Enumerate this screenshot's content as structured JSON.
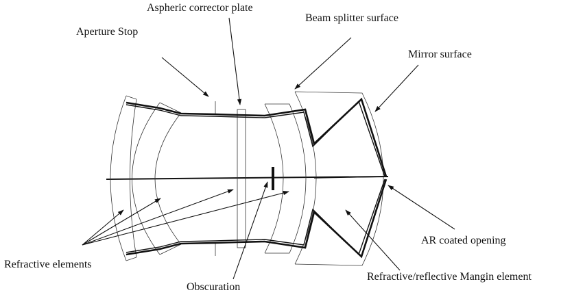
{
  "labels": {
    "aspheric_corrector_plate": "Aspheric corrector plate",
    "beam_splitter_surface": "Beam splitter surface",
    "aperture_stop": "Aperture Stop",
    "mirror_surface": "Mirror surface",
    "ar_coated_opening": "AR coated opening",
    "refractive_elements": "Refractive elements",
    "obscuration": "Obscuration",
    "mangin_element": "Refractive/reflective Mangin element"
  },
  "colors": {
    "line": "#111111",
    "background": "#ffffff"
  }
}
